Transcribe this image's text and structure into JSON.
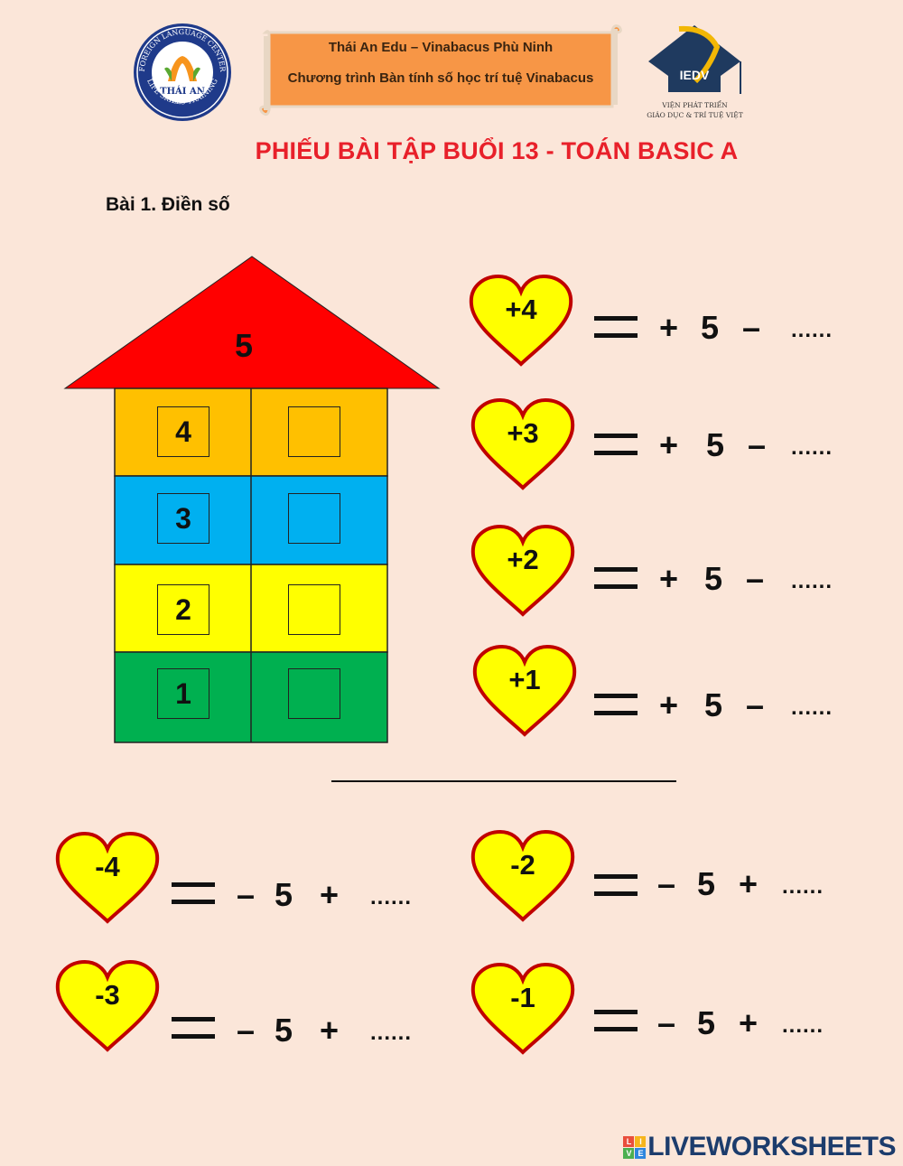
{
  "header": {
    "banner_line1": "Thái An Edu – Vinabacus Phù Ninh",
    "banner_line2": "Chương trình Bàn tính số học trí tuệ Vinabacus",
    "left_logo": {
      "top_text": "FOREIGN LANGUAGE CENTER",
      "center_text": "THÁI AN",
      "bottom_text": "LIFE SKILLS TRAINING"
    },
    "right_logo": {
      "text": "IEDV",
      "caption_line1": "VIỆN PHÁT TRIỂN",
      "caption_line2": "GIÁO DỤC & TRÍ TUỆ VIỆT"
    }
  },
  "title": "PHIẾU BÀI TẬP BUỔI 13 - TOÁN BASIC A",
  "section": "Bài 1. Điền số",
  "house": {
    "roof_number": "5",
    "rows": [
      {
        "left": "4",
        "right": "",
        "color": "#ffc000"
      },
      {
        "left": "3",
        "right": "",
        "color": "#00b0f0"
      },
      {
        "left": "2",
        "right": "",
        "color": "#ffff00"
      },
      {
        "left": "1",
        "right": "",
        "color": "#00b050"
      }
    ],
    "roof_color": "#ff0000"
  },
  "plus_rows": [
    {
      "heart": "+4",
      "op1": "+",
      "num": "5",
      "op2": "–",
      "blank": "......"
    },
    {
      "heart": "+3",
      "op1": "+",
      "num": "5",
      "op2": "–",
      "blank": "......"
    },
    {
      "heart": "+2",
      "op1": "+",
      "num": "5",
      "op2": "–",
      "blank": "......"
    },
    {
      "heart": "+1",
      "op1": "+",
      "num": "5",
      "op2": "–",
      "blank": "......"
    }
  ],
  "minus_rows": [
    {
      "heart": "-4",
      "op1": "–",
      "num": "5",
      "op2": "+",
      "blank": "......"
    },
    {
      "heart": "-2",
      "op1": "–",
      "num": "5",
      "op2": "+",
      "blank": "......"
    },
    {
      "heart": "-3",
      "op1": "–",
      "num": "5",
      "op2": "+",
      "blank": "......"
    },
    {
      "heart": "-1",
      "op1": "–",
      "num": "5",
      "op2": "+",
      "blank": "......"
    }
  ],
  "colors": {
    "heart_fill": "#ffff00",
    "heart_stroke": "#c00000",
    "title": "#e8202a",
    "background": "#fbe6d9"
  },
  "footer": {
    "brand": "LIVEWORKSHEETS",
    "icon_letters": [
      "L",
      "I",
      "V",
      "E"
    ]
  }
}
